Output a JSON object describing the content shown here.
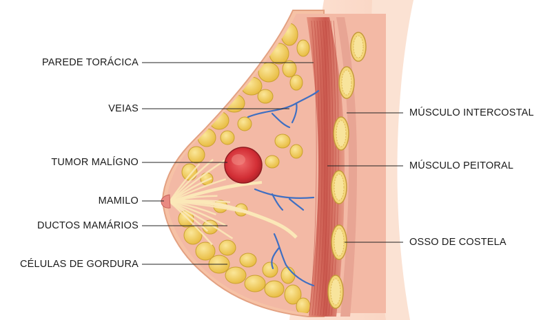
{
  "labels_left": [
    {
      "id": "parede-toracica",
      "text": "PAREDE TORÁCICA"
    },
    {
      "id": "veias",
      "text": "VEIAS"
    },
    {
      "id": "tumor-maligno",
      "text": "TUMOR MALÍGNO"
    },
    {
      "id": "mamilo",
      "text": "MAMILO"
    },
    {
      "id": "ductos-mamarios",
      "text": "DUCTOS MAMÁRIOS"
    },
    {
      "id": "celulas-de-gordura",
      "text": "CÉLULAS DE GORDURA"
    }
  ],
  "labels_right": [
    {
      "id": "musculo-intercostal",
      "text": "MÚSCULO INTERCOSTAL"
    },
    {
      "id": "musculo-peitoral",
      "text": "MÚSCULO PEITORAL"
    },
    {
      "id": "osso-de-costela",
      "text": "OSSO DE COSTELA"
    }
  ],
  "colors": {
    "skin": "#f6c9b0",
    "skin_outline": "#e0a080",
    "fat": "#f2cf5a",
    "fat_outline": "#c9a030",
    "tissue": "#f3b7a4",
    "muscle": "#d8766a",
    "tumor": "#d9333a",
    "vein": "#3f6fc2",
    "rib": "#f4d77a",
    "leader_line": "#222222"
  }
}
